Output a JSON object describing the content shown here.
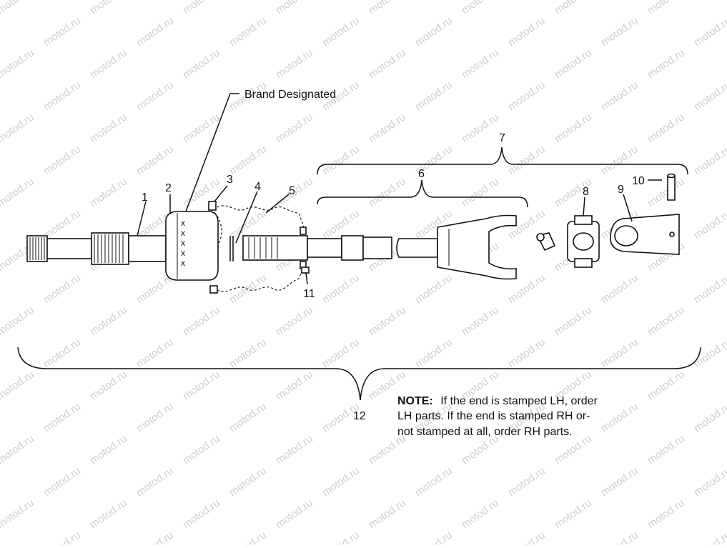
{
  "watermark": "motod.ru",
  "labels": {
    "brand": "Brand Designated",
    "p1": "1",
    "p2": "2",
    "p3": "3",
    "p4": "4",
    "p5": "5",
    "p6": "6",
    "p7": "7",
    "p8": "8",
    "p9": "9",
    "p10": "10",
    "p11": "11",
    "p12": "12"
  },
  "stamp_marks": [
    "x",
    "x",
    "x",
    "x",
    "x"
  ],
  "note": {
    "bold": "NOTE:",
    "line1": "If the end is stamped LH, order",
    "line2": "LH parts.  If the end is stamped RH or-",
    "line3": "not stamped at all, order RH parts."
  }
}
